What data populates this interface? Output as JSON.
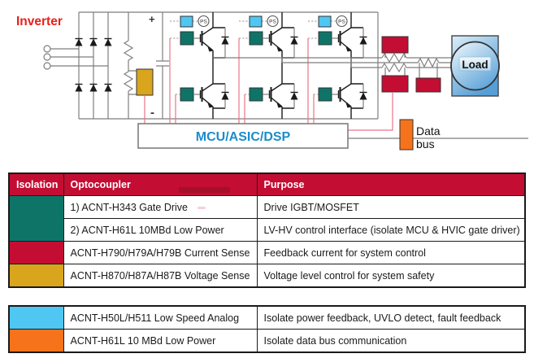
{
  "diagram": {
    "title": "Inverter",
    "plus": "+",
    "minus": "-",
    "ps_label": "PS",
    "mcu_label": "MCU/ASIC/DSP",
    "load_label": "Load",
    "data_bus_line1": "Data",
    "data_bus_line2": "bus",
    "colors": {
      "inverter_label_red": "#E8201A",
      "mcu_text_blue": "#1B8DCB",
      "gate_drive_teal": "#0F7468",
      "power_supply_cyan": "#4FC7F2",
      "voltage_sense_gold": "#D8A51D",
      "current_sense_crimson": "#C40D33",
      "data_bus_orange": "#F6731C",
      "feedback_line_pink": "#EA7486",
      "wire_gray": "#7E7E7E"
    }
  },
  "table1": {
    "headers": {
      "isolation": "Isolation",
      "optocoupler": "Optocoupler",
      "purpose": "Purpose"
    },
    "rows": [
      {
        "color": "#0F7468",
        "optocoupler": "1) ACNT-H343 Gate Drive",
        "purpose": "Drive IGBT/MOSFET"
      },
      {
        "color": "#0F7468",
        "optocoupler": "2) ACNT-H61L 10MBd Low Power",
        "purpose": "LV-HV control interface (isolate MCU & HVIC gate driver)"
      },
      {
        "color": "#C40D33",
        "optocoupler": "ACNT-H790/H79A/H79B Current Sense",
        "purpose": "Feedback current for system control"
      },
      {
        "color": "#D8A51D",
        "optocoupler": "ACNT-H870/H87A/H87B Voltage Sense",
        "purpose": "Voltage level control for system safety"
      }
    ]
  },
  "table2": {
    "rows": [
      {
        "color": "#4FC7F2",
        "optocoupler": "ACNT-H50L/H511 Low Speed Analog",
        "purpose": "Isolate power feedback, UVLO detect, fault feedback"
      },
      {
        "color": "#F6731C",
        "optocoupler": "ACNT-H61L 10 MBd Low Power",
        "purpose": "Isolate data bus communication"
      }
    ]
  }
}
